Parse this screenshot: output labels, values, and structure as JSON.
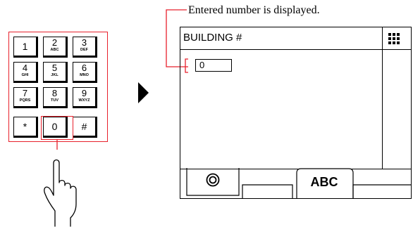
{
  "caption": "Entered number is displayed.",
  "keypad": {
    "keys": [
      {
        "num": "1",
        "letters": ""
      },
      {
        "num": "2",
        "letters": "ABC"
      },
      {
        "num": "3",
        "letters": "DEF"
      },
      {
        "num": "4",
        "letters": "GHI"
      },
      {
        "num": "5",
        "letters": "JKL"
      },
      {
        "num": "6",
        "letters": "MNO"
      },
      {
        "num": "7",
        "letters": "PQRS"
      },
      {
        "num": "8",
        "letters": "TUV"
      },
      {
        "num": "9",
        "letters": "WXYZ"
      },
      {
        "num": "*",
        "letters": ""
      },
      {
        "num": "0",
        "letters": ""
      },
      {
        "num": "#",
        "letters": ""
      }
    ],
    "pressed_key": "0"
  },
  "screen": {
    "title": "BUILDING #",
    "entry_value": "0",
    "menu_icon": "grid-menu-icon",
    "softkeys": {
      "left_icon": "circle-target-icon",
      "center_label": "ABC"
    }
  },
  "colors": {
    "highlight": "#e8212c",
    "line": "#000000"
  },
  "icons": {
    "hand": "pointing-hand-icon",
    "arrow": "right-triangle-arrow-icon"
  }
}
